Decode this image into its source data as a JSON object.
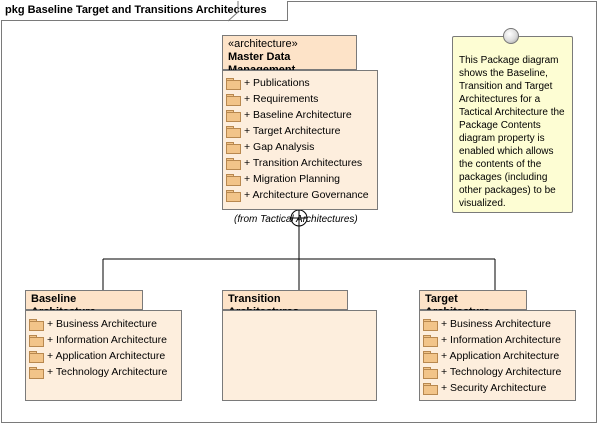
{
  "frame": {
    "title": "pkg Baseline Target and Transitions Architectures"
  },
  "master": {
    "stereotype": "«architecture»",
    "name": "Master Data Management",
    "items": [
      "+ Publications",
      "+ Requirements",
      "+ Baseline Architecture",
      "+ Target Architecture",
      "+ Gap Analysis",
      "+ Transition Architectures",
      "+ Migration Planning",
      "+ Architecture Governance"
    ],
    "from_label": "(from Tactical Architectures)"
  },
  "baseline": {
    "name": "Baseline Architecture",
    "items": [
      "+ Business Architecture",
      "+ Information Architecture",
      "+ Application Architecture",
      "+ Technology Architecture"
    ]
  },
  "transition": {
    "name": "Transition Architectures",
    "items": []
  },
  "target": {
    "name": "Target Architecture",
    "items": [
      "+ Business Architecture",
      "+ Information Architecture",
      "+ Application Architecture",
      "+ Technology Architecture",
      "+ Security Architecture"
    ]
  },
  "note": {
    "text": "This Package diagram shows the Baseline, Transition and Target Architectures for a Tactical Architecture the Package Contents diagram property is enabled which allows the contents of the packages (including other packages) to be visualized."
  },
  "colors": {
    "package_tab": "#fde3c8",
    "package_body": "#fdeedd",
    "folder_icon": "#f2c489",
    "note_fill": "#fdfdd3",
    "border": "#7a7a7a"
  }
}
